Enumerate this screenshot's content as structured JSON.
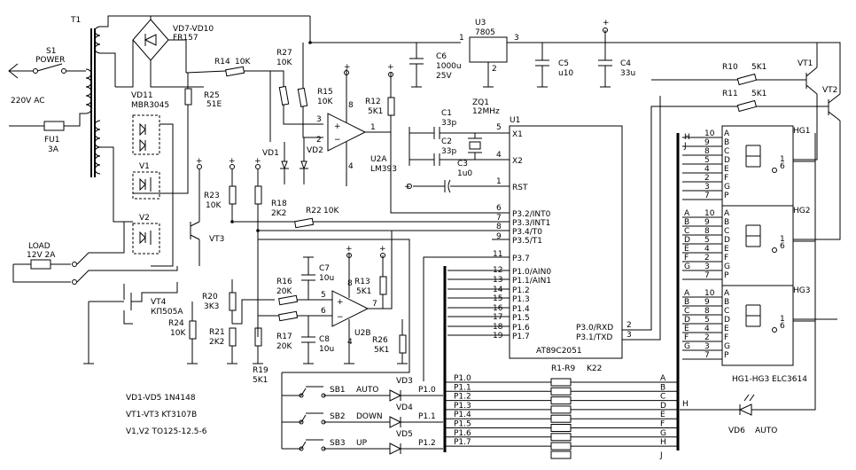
{
  "lbl": {
    "T1": "T1",
    "S1": "S1",
    "POWER": "POWER",
    "AC": "220V AC",
    "FU1": "FU1",
    "FU1v": "3A",
    "VD7": "VD7-VD10",
    "FR157": "FR157",
    "R14": "R14",
    "R14v": "10K",
    "R27": "R27",
    "R27v": "10K",
    "R25": "R25",
    "R25v": "51E",
    "R15": "R15",
    "R15v": "10K",
    "R12": "R12",
    "R12v": "5K1",
    "VD11": "VD11",
    "MBR": "MBR3045",
    "V1": "V1",
    "V2": "V2",
    "VD1": "VD1",
    "VD2": "VD2",
    "U2A": "U2A",
    "LM393": "LM393",
    "R23": "R23",
    "R23v": "10K",
    "R18": "R18",
    "R18v": "2K2",
    "R22": "R22",
    "R22v": "10K",
    "VT3": "VT3",
    "LOAD": "LOAD",
    "LOADv": "12V 2A",
    "VT4": "VT4",
    "KP505": "КП505А",
    "R20": "R20",
    "R20v": "3K3",
    "R24": "R24",
    "R24v": "10K",
    "R21": "R21",
    "R21v": "2K2",
    "R19": "R19",
    "R19v": "5K1",
    "R16": "R16",
    "R16v": "20K",
    "R17": "R17",
    "R17v": "20K",
    "C7": "C7",
    "C7v": "10u",
    "C8": "C8",
    "C8v": "10u",
    "R13": "R13",
    "R13v": "5K1",
    "U2B": "U2B",
    "R26": "R26",
    "R26v": "5K1",
    "U3": "U3",
    "U3v": "7805",
    "C6": "C6",
    "C6v": "1000u",
    "C6v2": "25V",
    "C5": "C5",
    "C5v": "u10",
    "C4": "C4",
    "C4v": "33u",
    "ZQ1": "ZQ1",
    "ZQ1v": "12MHz",
    "C1": "C1",
    "C1v": "33p",
    "C2": "C2",
    "C2v": "33p",
    "C3": "C3",
    "C3v": "1u0",
    "U1": "U1",
    "U1name": "AT89C2051",
    "R10": "R10",
    "R10v": "5K1",
    "R11": "R11",
    "R11v": "5K1",
    "VT1": "VT1",
    "VT2": "VT2",
    "HG1": "HG1",
    "HG2": "HG2",
    "HG3": "HG3",
    "HGnote": "HG1-HG3 ELC3614",
    "RR": "R1-R9",
    "K22": "K22",
    "VD6": "VD6",
    "AUTO": "AUTO",
    "SB1": "SB1",
    "SB1t": "AUTO",
    "SB2": "SB2",
    "SB2t": "DOWN",
    "SB3": "SB3",
    "SB3t": "UP",
    "VD3": "VD3",
    "VD4": "VD4",
    "VD5": "VD5",
    "n1": "VD1-VD5 1N4148",
    "n2": "VT1-VT3 KT3107B",
    "n3": "V1,V2 TO125-12.5-6"
  },
  "pins": {
    "x1": "X1",
    "x2": "X2",
    "rst": "RST",
    "p32": "P3.2/INT0",
    "p33": "P3.3/INT1",
    "p34": "P3.4/T0",
    "p35": "P3.5/T1",
    "p37": "P3.7",
    "p10": "P1.0/AIN0",
    "p11": "P1.1/AIN1",
    "p12": "P1.2",
    "p13": "P1.3",
    "p14": "P1.4",
    "p15": "P1.5",
    "p16": "P1.6",
    "p17": "P1.7",
    "p30": "P3.0/RXD",
    "p31": "P3.1/TXD"
  },
  "pnum": {
    "n5": "5",
    "n4": "4",
    "n1": "1",
    "n6": "6",
    "n7": "7",
    "n8": "8",
    "n9": "9",
    "n11": "11",
    "n12": "12",
    "n13": "13",
    "n14": "14",
    "n15": "15",
    "n16": "16",
    "n17": "17",
    "n18": "18",
    "n19": "19",
    "n2": "2",
    "n3": "3"
  },
  "bus": [
    "P1.0",
    "P1.1",
    "P1.2",
    "P1.3",
    "P1.4",
    "P1.5",
    "P1.6",
    "P1.7"
  ],
  "busLetters": [
    "A",
    "B",
    "C",
    "D",
    "E",
    "F",
    "G",
    "H",
    "J"
  ],
  "hgPins": [
    "10",
    "9",
    "8",
    "5",
    "4",
    "2",
    "3",
    "7"
  ],
  "hgSegs": [
    "A",
    "B",
    "C",
    "D",
    "E",
    "F",
    "G",
    "P"
  ],
  "hgLeft": [
    "A",
    "B",
    "C",
    "D",
    "E",
    "F",
    "G"
  ]
}
